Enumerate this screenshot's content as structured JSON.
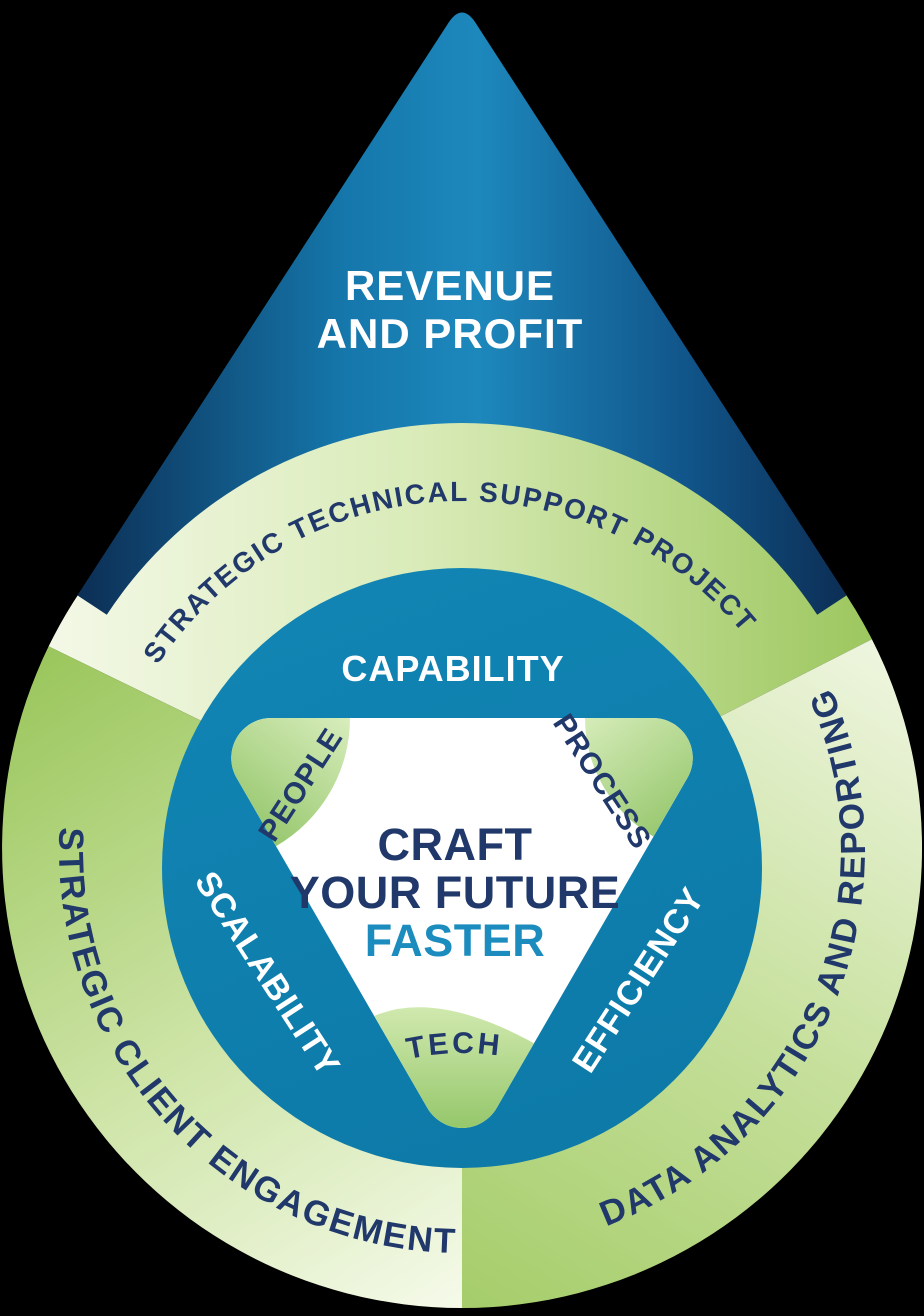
{
  "diagram": {
    "title_semantic": "teardrop-strategy-diagram",
    "apex": {
      "line1": "REVENUE",
      "line2": "AND PROFIT"
    },
    "outer_ring": {
      "top": "STRATEGIC TECHNICAL SUPPORT PROJECT",
      "left": "STRATEGIC CLIENT ENGAGEMENT",
      "right": "DATA ANALYTICS AND REPORTING"
    },
    "inner_circle": {
      "top": "CAPABILITY",
      "left": "SCALABILITY",
      "right": "EFFICIENCY"
    },
    "triangle": {
      "top_left_corner": "PEOPLE",
      "top_right_corner": "PROCESS",
      "bottom_corner": "TECH",
      "center_line1": "CRAFT",
      "center_line2": "YOUR FUTURE",
      "center_line3": "FASTER"
    },
    "colors": {
      "background": "#000000",
      "cone_dark_navy": "#0c2c52",
      "cone_bright_blue": "#1d88bc",
      "ring_pale": "#f2f8e4",
      "ring_green": "#9dc75f",
      "inner_circle_teal": "#0f80ae",
      "navy_text": "#21386b",
      "faster_blue": "#1b8cbd",
      "blob_light_green": "#d8edbc",
      "blob_green": "#85bd58",
      "white": "#ffffff"
    }
  }
}
